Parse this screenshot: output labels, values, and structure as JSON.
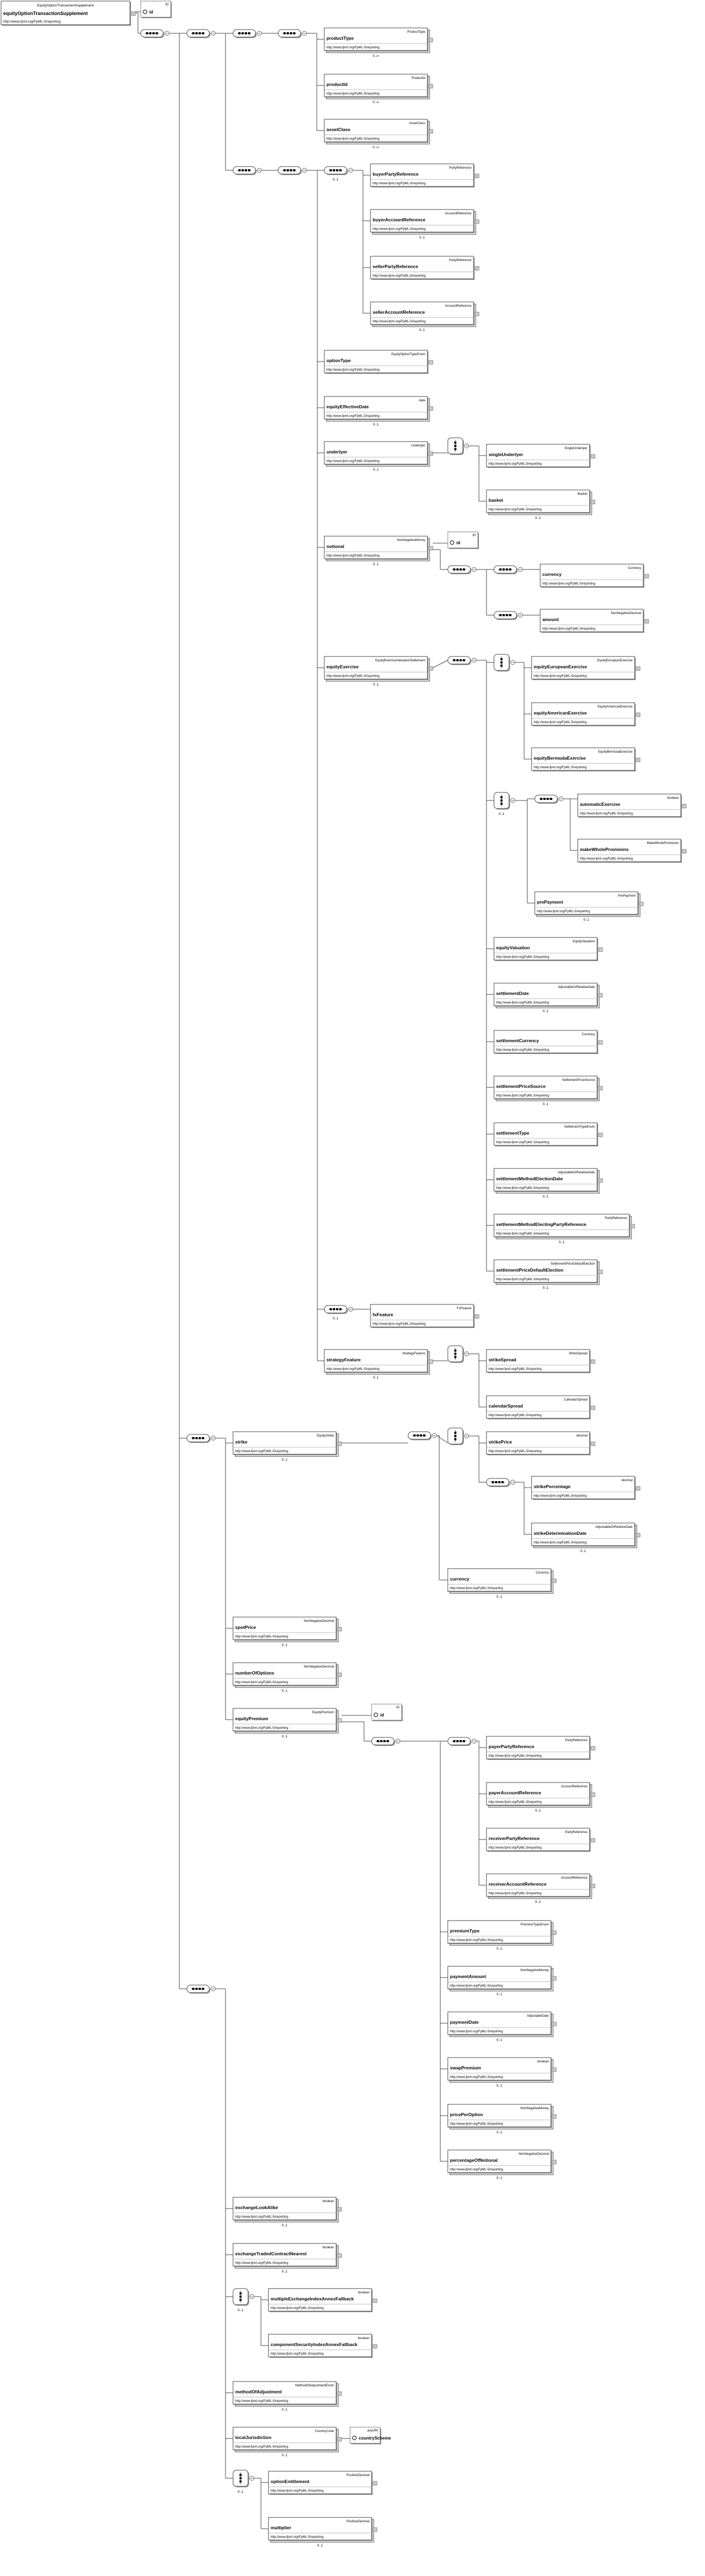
{
  "namespace": "http://www.fpml.org/FpML-5/reporting",
  "root": {
    "type": "EquityOptionTransactionSupplement",
    "name": "equityOptionTransactionSupplement"
  },
  "attributes": {
    "id": "id",
    "countryScheme": "countryScheme"
  },
  "attribute_groups": {
    "id_group": "ID",
    "scheme_group": "anyURI"
  },
  "icons": {
    "sequence": "sequence-compositor",
    "choice": "choice-compositor",
    "attribute": "attribute-icon",
    "expand": "expand-box"
  },
  "colors": {
    "line": "#444444",
    "box": "#ffffff",
    "shadow": "#9a9a9a",
    "text": "#000000"
  },
  "nodes": [
    {
      "id": "productType",
      "name": "productType",
      "type": "ProductType",
      "card": "0..∞"
    },
    {
      "id": "productId",
      "name": "productId",
      "type": "ProductId",
      "card": "0..∞"
    },
    {
      "id": "assetClass",
      "name": "assetClass",
      "type": "AssetClass",
      "card": "0..∞"
    },
    {
      "id": "buyerPartyReference",
      "name": "buyerPartyReference",
      "type": "PartyReference",
      "card": ""
    },
    {
      "id": "buyerAccountReference",
      "name": "buyerAccountReference",
      "type": "AccountReference",
      "card": "0..1"
    },
    {
      "id": "sellerPartyReference",
      "name": "sellerPartyReference",
      "type": "PartyReference",
      "card": ""
    },
    {
      "id": "sellerAccountReference",
      "name": "sellerAccountReference",
      "type": "AccountReference",
      "card": "0..1"
    },
    {
      "id": "optionType",
      "name": "optionType",
      "type": "EquityOptionTypeEnum",
      "card": ""
    },
    {
      "id": "equityEffectiveDate",
      "name": "equityEffectiveDate",
      "type": "date",
      "card": "0..1"
    },
    {
      "id": "underlyer",
      "name": "underlyer",
      "type": "Underlyer",
      "card": "0..1"
    },
    {
      "id": "singleUnderlyer",
      "name": "singleUnderlyer",
      "type": "SingleUnderlyer",
      "card": ""
    },
    {
      "id": "basket",
      "name": "basket",
      "type": "Basket",
      "card": "0..1"
    },
    {
      "id": "notional",
      "name": "notional",
      "type": "NonNegativeMoney",
      "card": "0..1"
    },
    {
      "id": "currency1",
      "name": "currency",
      "type": "Currency",
      "card": ""
    },
    {
      "id": "amount",
      "name": "amount",
      "type": "NonNegativeDecimal",
      "card": ""
    },
    {
      "id": "equityExercise",
      "name": "equityExercise",
      "type": "EquityExerciseValuationSettlement",
      "card": "0..1"
    },
    {
      "id": "equityEuropeanExercise",
      "name": "equityEuropeanExercise",
      "type": "EquityEuropeanExercise",
      "card": ""
    },
    {
      "id": "equityAmericanExercise",
      "name": "equityAmericanExercise",
      "type": "EquityAmericanExercise",
      "card": ""
    },
    {
      "id": "equityBermudaExercise",
      "name": "equityBermudaExercise",
      "type": "EquityBermudaExercise",
      "card": ""
    },
    {
      "id": "automaticExercise",
      "name": "automaticExercise",
      "type": "boolean",
      "card": ""
    },
    {
      "id": "makeWholeProvisions",
      "name": "makeWholeProvisions",
      "type": "MakeWholeProvisions",
      "card": ""
    },
    {
      "id": "prePayment",
      "name": "prePayment",
      "type": "PrePayment",
      "card": "0..1"
    },
    {
      "id": "equityValuation",
      "name": "equityValuation",
      "type": "EquityValuation",
      "card": ""
    },
    {
      "id": "settlementDate",
      "name": "settlementDate",
      "type": "AdjustableOrRelativeDate",
      "card": "0..1"
    },
    {
      "id": "settlementCurrency",
      "name": "settlementCurrency",
      "type": "Currency",
      "card": ""
    },
    {
      "id": "settlementPriceSource",
      "name": "settlementPriceSource",
      "type": "SettlementPriceSource",
      "card": "0..1"
    },
    {
      "id": "settlementType",
      "name": "settlementType",
      "type": "SettlementTypeEnum",
      "card": ""
    },
    {
      "id": "settlementMethodElectionDate",
      "name": "settlementMethodElectionDate",
      "type": "AdjustableOrRelativeDate",
      "card": "0..1"
    },
    {
      "id": "settlementMethodElectingPartyReference",
      "name": "settlementMethodElectingPartyReference",
      "type": "PartyReference",
      "card": "0..1"
    },
    {
      "id": "settlementPriceDefaultElection",
      "name": "settlementPriceDefaultElection",
      "type": "SettlementPriceDefaultElection",
      "card": "0..1"
    },
    {
      "id": "fxFeature",
      "name": "fxFeature",
      "type": "FxFeature",
      "card": ""
    },
    {
      "id": "strategyFeature",
      "name": "strategyFeature",
      "type": "StrategyFeature",
      "card": "0..1"
    },
    {
      "id": "strikeSpread",
      "name": "strikeSpread",
      "type": "StrikeSpread",
      "card": ""
    },
    {
      "id": "calendarSpread",
      "name": "calendarSpread",
      "type": "CalendarSpread",
      "card": ""
    },
    {
      "id": "strike",
      "name": "strike",
      "type": "EquityStrike",
      "card": "0..1"
    },
    {
      "id": "strikePrice",
      "name": "strikePrice",
      "type": "decimal",
      "card": ""
    },
    {
      "id": "strikePercentage",
      "name": "strikePercentage",
      "type": "decimal",
      "card": ""
    },
    {
      "id": "strikeDeterminationDate",
      "name": "strikeDeterminationDate",
      "type": "AdjustableOrRelativeDate",
      "card": "0..1"
    },
    {
      "id": "currency2",
      "name": "currency",
      "type": "Currency",
      "card": "0..1"
    },
    {
      "id": "spotPrice",
      "name": "spotPrice",
      "type": "NonNegativeDecimal",
      "card": "0..1"
    },
    {
      "id": "numberOfOptions",
      "name": "numberOfOptions",
      "type": "NonNegativeDecimal",
      "card": "0..1"
    },
    {
      "id": "equityPremium",
      "name": "equityPremium",
      "type": "EquityPremium",
      "card": "0..1"
    },
    {
      "id": "payerPartyReference",
      "name": "payerPartyReference",
      "type": "PartyReference",
      "card": ""
    },
    {
      "id": "payerAccountReference",
      "name": "payerAccountReference",
      "type": "AccountReference",
      "card": "0..1"
    },
    {
      "id": "receiverPartyReference",
      "name": "receiverPartyReference",
      "type": "PartyReference",
      "card": ""
    },
    {
      "id": "receiverAccountReference",
      "name": "receiverAccountReference",
      "type": "AccountReference",
      "card": "0..1"
    },
    {
      "id": "premiumType",
      "name": "premiumType",
      "type": "PremiumTypeEnum",
      "card": "0..1"
    },
    {
      "id": "paymentAmount",
      "name": "paymentAmount",
      "type": "NonNegativeMoney",
      "card": "0..1"
    },
    {
      "id": "paymentDate",
      "name": "paymentDate",
      "type": "AdjustableDate",
      "card": "0..1"
    },
    {
      "id": "swapPremium",
      "name": "swapPremium",
      "type": "boolean",
      "card": "0..1"
    },
    {
      "id": "pricePerOption",
      "name": "pricePerOption",
      "type": "NonNegativeMoney",
      "card": "0..1"
    },
    {
      "id": "percentageOfNotional",
      "name": "percentageOfNotional",
      "type": "NonNegativeDecimal",
      "card": "0..1"
    },
    {
      "id": "exchangeLookAlike",
      "name": "exchangeLookAlike",
      "type": "boolean",
      "card": "0..1"
    },
    {
      "id": "exchangeTradedContractNearest",
      "name": "exchangeTradedContractNearest",
      "type": "boolean",
      "card": "0..1"
    },
    {
      "id": "multipleExchangeIndexAnnexFallback",
      "name": "multipleExchangeIndexAnnexFallback",
      "type": "boolean",
      "card": ""
    },
    {
      "id": "componentSecurityIndexAnnexFallback",
      "name": "componentSecurityIndexAnnexFallback",
      "type": "boolean",
      "card": ""
    },
    {
      "id": "methodOfAdjustment",
      "name": "methodOfAdjustment",
      "type": "MethodOfAdjustmentEnum",
      "card": "0..1"
    },
    {
      "id": "localJurisdiction",
      "name": "localJurisdiction",
      "type": "CountryCode",
      "card": "0..1"
    },
    {
      "id": "optionEntitlement",
      "name": "optionEntitlement",
      "type": "PositiveDecimal",
      "card": ""
    },
    {
      "id": "multiplier",
      "name": "multiplier",
      "type": "PositiveDecimal",
      "card": "0..1"
    }
  ],
  "compositor_cards": {
    "seq_buyer_seller": "0..1",
    "choice_exercise_extras": "0..1",
    "seq_fx": "0..1",
    "choice_index_fallback": "0..1",
    "choice_entitlement": "0..1"
  }
}
